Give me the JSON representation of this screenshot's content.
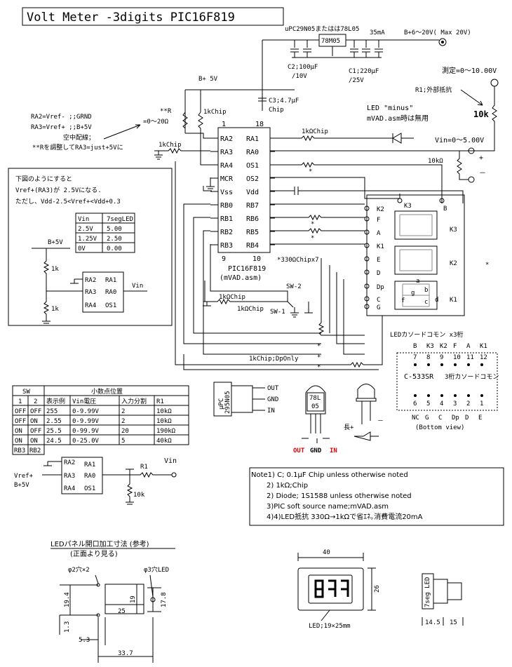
{
  "title": "Volt Meter -3digits  PIC16F819",
  "regulator": {
    "name_top": "uPC29N05またはは78L05",
    "chip": "78M05",
    "current": "35mA",
    "supply": "B+6～20V( Max 20V)",
    "c2": "C2;100μF",
    "c2v": "/10V",
    "c1": "C1;220μF",
    "c1v": "/25V"
  },
  "power": {
    "bplus": "B+ 5V",
    "c3": "C3;4.7μF",
    "c3b": "Chip",
    "r1kchip": "1kChip"
  },
  "left_notes": {
    "ra2": "RA2=Vref- ;;GRND",
    "ra3": "RA3=Vref+ ;;B+5V",
    "kuchu": "空中配線；",
    "adjust": "**Rを調整してRA3=just+5Vに",
    "rstar": "**R",
    "rrange": "=0～20Ω",
    "r1k": "1kChip"
  },
  "pic": {
    "pin1": "1",
    "pin18": "18",
    "pin9": "9",
    "pin10": "10",
    "left": [
      "RA2",
      "RA3",
      "RA4",
      "MCR",
      "Vss",
      "RB0",
      "RB1",
      "RB2",
      "RB3"
    ],
    "right": [
      "RA1",
      "RA0",
      "OS1",
      "OS2",
      "Vdd",
      "RB7",
      "RB6",
      "RB5",
      "RB4"
    ],
    "name": "PIC16F819",
    "file": "(mVAD.asm)"
  },
  "led_minus": {
    "line1": "LED \"minus\"",
    "line2": "mVAD.asm時は無用",
    "r": "1kΩChip"
  },
  "measure": {
    "range": "測定=0～10.00V",
    "r1": "R1;外部抵抗",
    "r1v": "10k",
    "vin": "Vin=0～5.00V",
    "r10k": "10kΩ",
    "plus": "+",
    "minus": "－"
  },
  "display": {
    "pins_left": [
      "K2",
      "F",
      "A",
      "K1",
      "E",
      "D",
      "Dp",
      "C",
      "G"
    ],
    "k3": "K3",
    "b": "B",
    "labels_right": [
      "K3",
      "K2",
      "K1"
    ],
    "seg_a": "a",
    "seg_b": "b",
    "seg_c": "c",
    "seg_d": "d",
    "seg_f": "f",
    "seg_g": "g",
    "r330": "*330ΩChipx7",
    "dponly": "1kChip;DpOnly",
    "sw2": "SW-2",
    "sw1": "SW-1",
    "r1kchip1": "1kΩChip",
    "r1kchip2": "1kΩChip",
    "star": "*"
  },
  "pinout": {
    "title": "LEDカソードコモン x3桁",
    "top_labels": [
      "B",
      "K3",
      "K2",
      "F",
      "A",
      "K1"
    ],
    "top_nums": [
      "7",
      "8",
      "9",
      "10",
      "11",
      "12"
    ],
    "part": "C-533SR",
    "common": "3桁カソードコモン",
    "bot_nums": [
      "6",
      "5",
      "4",
      "3",
      "2",
      "1"
    ],
    "bot_labels": [
      "NC",
      "G",
      "C",
      "Dp",
      "D",
      "E"
    ],
    "view": "(Bottom view)"
  },
  "vref_box": {
    "line1": "下図のようにすると",
    "line2": "Vref+(RA3)が 2.5Vになる.",
    "line3": "ただし、Vdd-2.5<Vref+<Vdd+0.3",
    "headers": [
      "Vin",
      "7segLED"
    ],
    "rows": [
      [
        "2.5V",
        "5.00"
      ],
      [
        "1.25V",
        "2.50"
      ],
      [
        "0V",
        "0.00"
      ]
    ],
    "bplus": "B+5V",
    "r1": "1k",
    "r2": "1k",
    "pins": [
      "RA2",
      "RA3",
      "RA4",
      "RA1",
      "RA0",
      "OS1"
    ],
    "vin": "Vin"
  },
  "sw_table": {
    "h_sw": "SW",
    "h_dec": "小数点位置",
    "h1": "1",
    "h2": "2",
    "cols": [
      "表示例",
      "Vin電圧",
      "入力分割",
      "R1"
    ],
    "rows": [
      [
        "OFF",
        "OFF",
        "255",
        "0-9.99V",
        "2",
        "10kΩ"
      ],
      [
        "OFF",
        "ON",
        "2.55",
        "0-9.99V",
        "2",
        "10kΩ"
      ],
      [
        "ON",
        "OFF",
        "25.5",
        "0-99.9V",
        "20",
        "190kΩ"
      ],
      [
        "ON",
        "ON",
        "24.5",
        "0-25.0V",
        "5",
        "40kΩ"
      ]
    ],
    "rb": [
      "RB3",
      "RB2"
    ],
    "vref": "Vref+",
    "bplus": "B+5V",
    "r1": "R1",
    "vin": "Vin",
    "r10k": "10k",
    "pins": [
      "RA2",
      "RA3",
      "RA4",
      "RA1",
      "RA0",
      "OS1"
    ]
  },
  "upc": {
    "body1": "μPC",
    "body2": "295N05",
    "pins": [
      "OUT",
      "GND",
      "IN"
    ]
  },
  "to92": {
    "l1": "78L",
    "l2": "05",
    "out": "OUT",
    "gnd": "GND",
    "in": "IN"
  },
  "led_part": {
    "long": "長+",
    "minus": "－"
  },
  "notes": [
    "Note1) C; 0.1μF Chip  unless otherwise noted",
    "2) 1kΩ;Chip",
    "2) Diode; 1S1588 unless otherwise noted",
    "3)PIC soft source name;mVAD.asm",
    "4)4)LED抵抗  330Ω→1kΩで省ｴﾈ｡消費電流20mA"
  ],
  "panel": {
    "title1": "LEDパネル開口加工寸法 (参考)",
    "title2": "(正面より見る)",
    "hole2": "φ2穴×2",
    "hole3": "φ3穴LED",
    "d194": "19.4",
    "d25": "25",
    "d19": "19",
    "d178": "17.8",
    "d13": "1.3",
    "d53": "5.3",
    "d337": "33.7"
  },
  "module": {
    "w40": "40",
    "h26": "26",
    "led": "LED;19×25mm",
    "seg": "7seg LED",
    "d145": "14.5",
    "d15": "15"
  }
}
